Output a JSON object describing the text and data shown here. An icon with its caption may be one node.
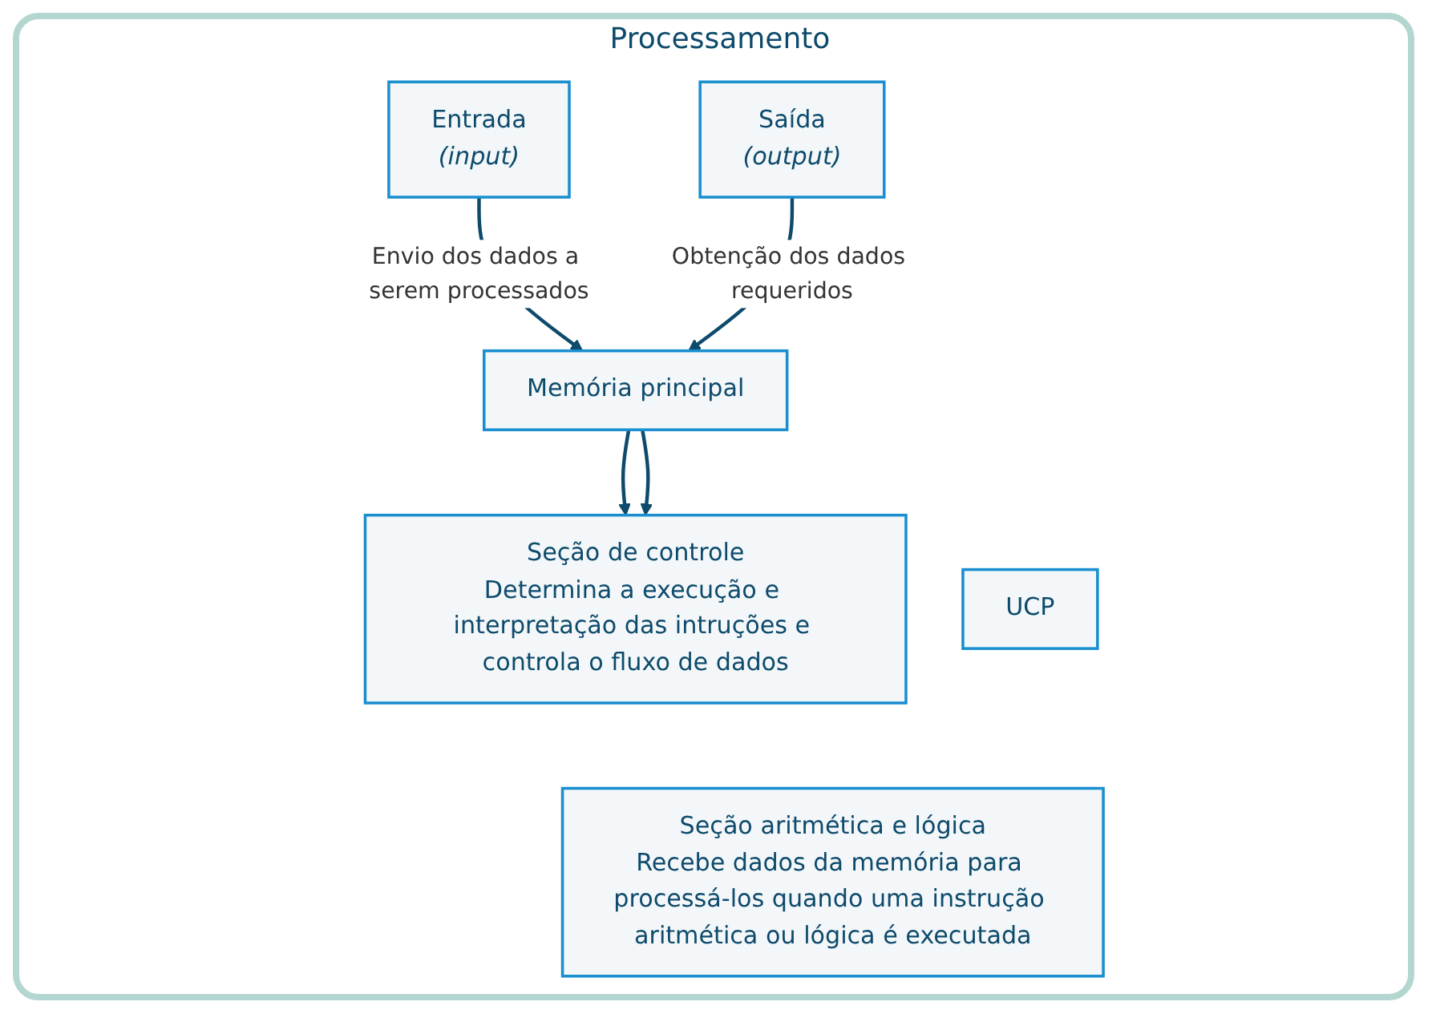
{
  "diagram": {
    "nodes": [
      {
        "text": [
          "Memória principal"
        ]
      },
      {
        "text": [
          "Entrada",
          "(input)"
        ]
      },
      {
        "text": [
          "Saída",
          "(output)"
        ]
      },
      {
        "text": [
          "UCP"
        ]
      },
      {
        "text": [
          "Seção de controle",
          "Determina a execução e interpretação das intruções e controla o fluxo de dados"
        ]
      },
      {
        "text": [
          "Seção aritmética e lógica",
          "Recebe dados da memória para processá-los quando uma instrução aritmética ou lógica é executada"
        ]
      }
    ],
    "edges": [
      {
        "from": 1,
        "to": 0,
        "arrow": "to",
        "label": "Envio dos dados a serem processados"
      },
      {
        "from": 2,
        "to": 0,
        "arrow": "to",
        "label": "Obtenção dos dados requeridos"
      },
      {
        "from": 0,
        "to": 4,
        "arrow": "to"
      },
      {
        "from": 0,
        "to": 4,
        "arrow": "to"
      }
    ],
    "labels": [
      "Processamento"
    ]
  }
}
